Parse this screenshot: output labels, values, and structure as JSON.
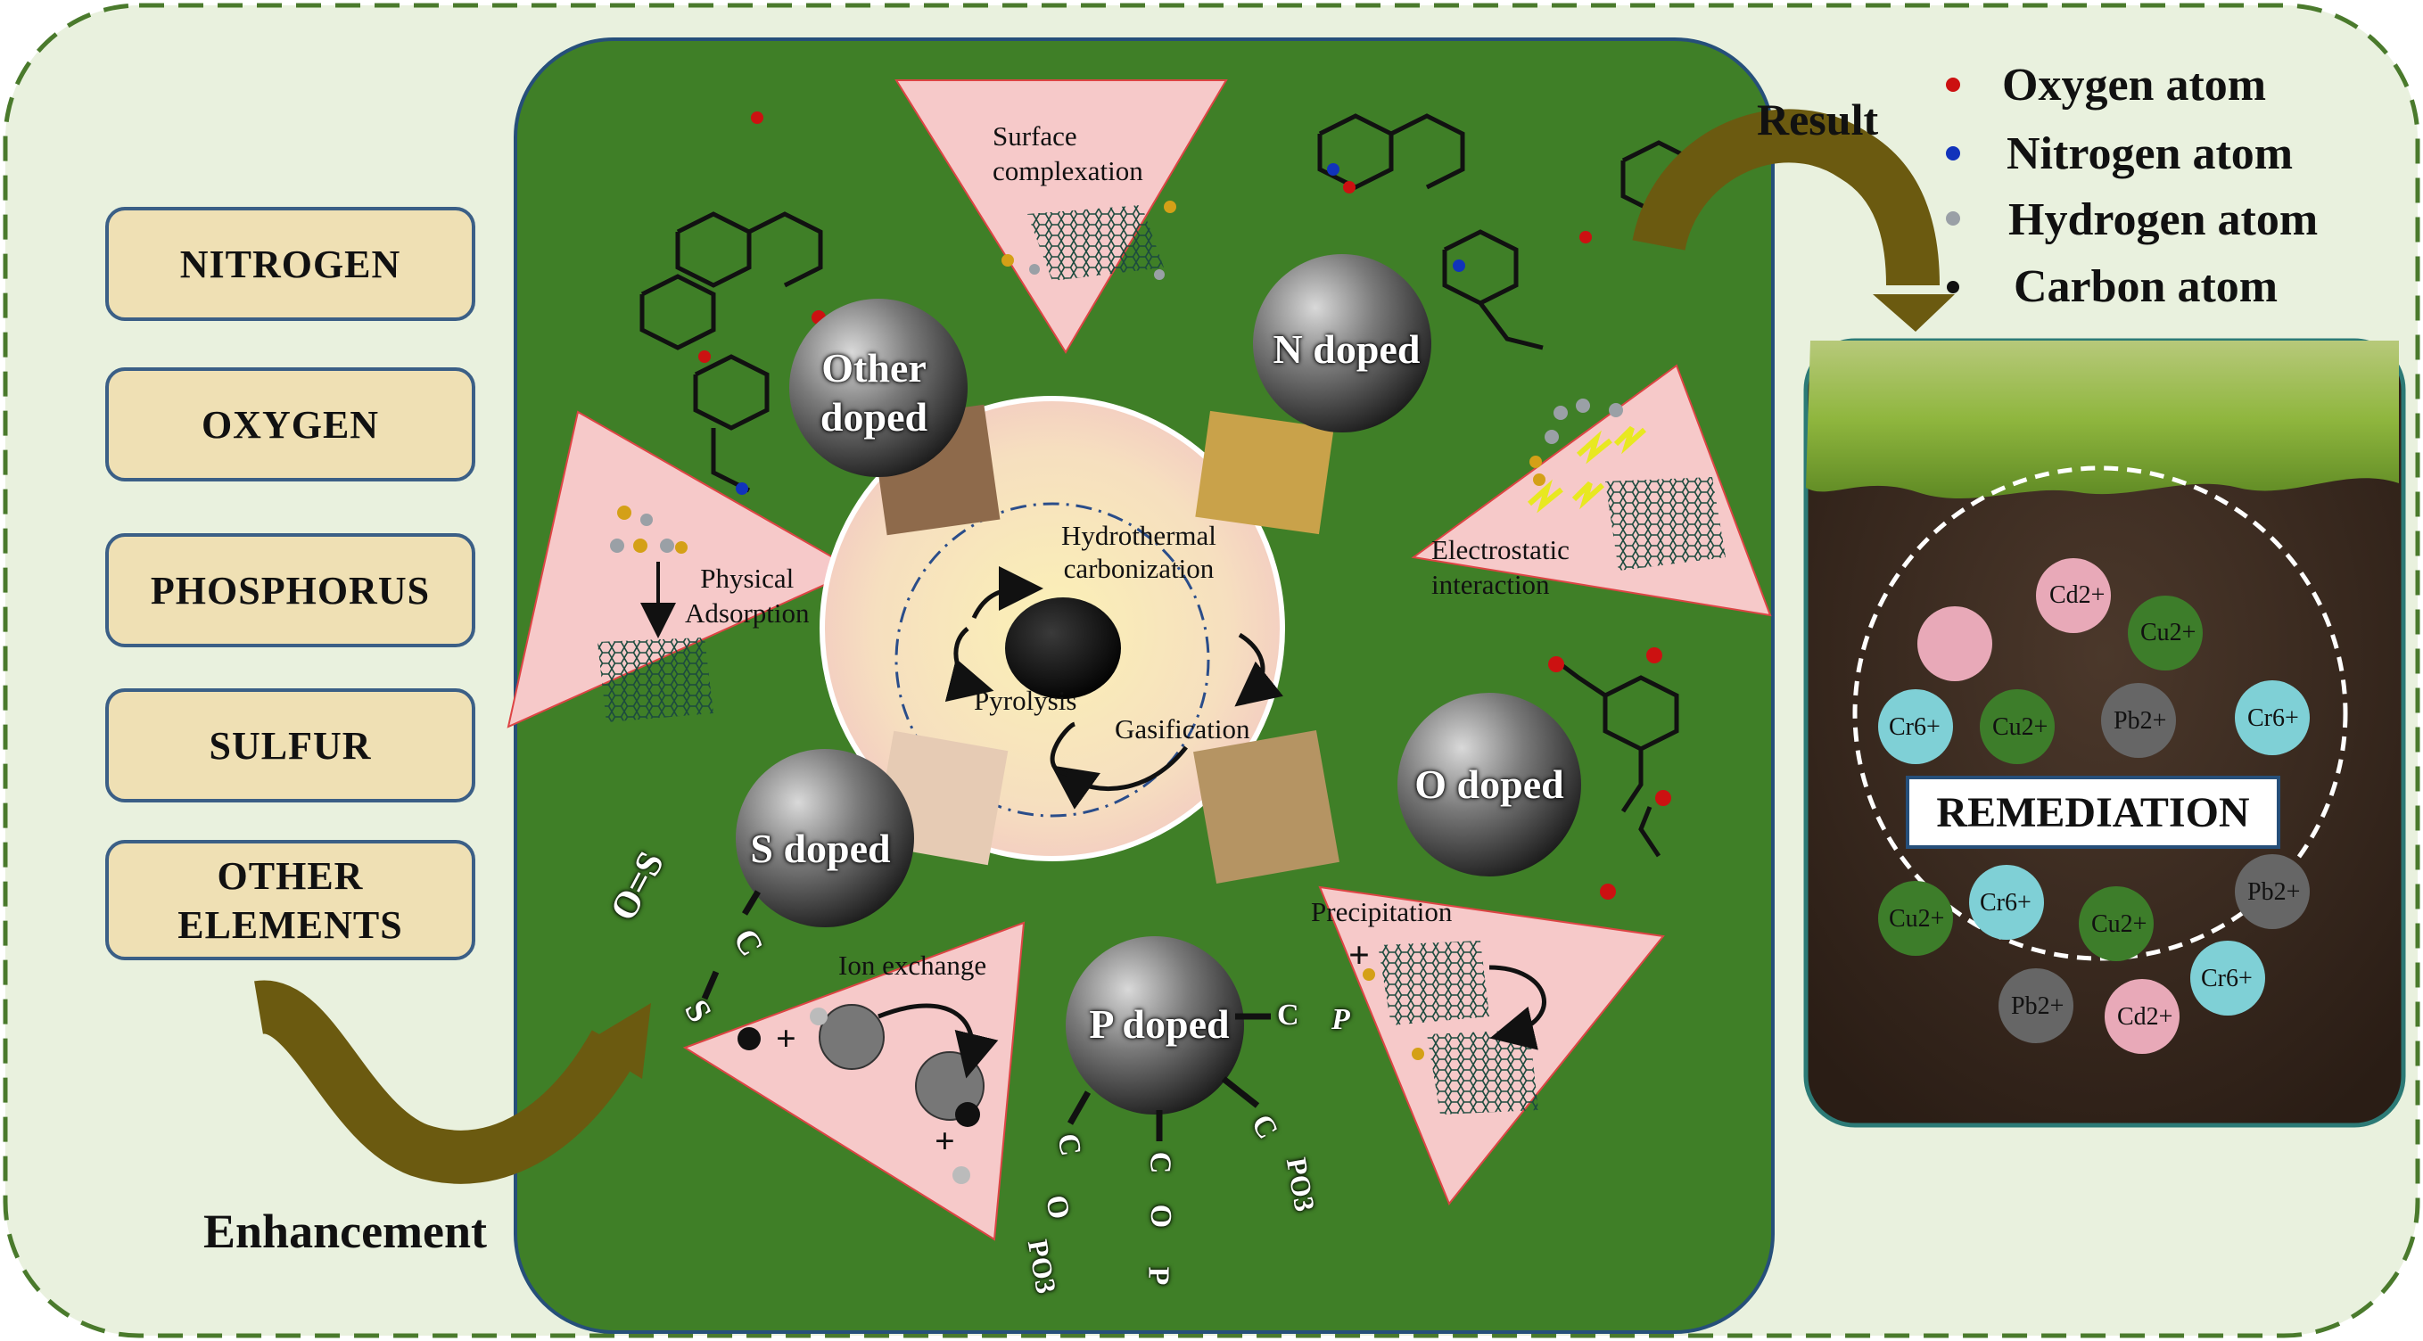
{
  "elements": {
    "items": [
      "NITROGEN",
      "OXYGEN",
      "PHOSPHORUS",
      "SULFUR",
      "OTHER\nELEMENTS"
    ]
  },
  "labels": {
    "enhancement": "Enhancement",
    "result": "Result",
    "remediation": "REMEDIATION"
  },
  "legend": [
    {
      "label": "Oxygen atom",
      "color": "#cc1111"
    },
    {
      "label": "Nitrogen atom",
      "color": "#1133bb"
    },
    {
      "label": "Hydrogen atom",
      "color": "#9aa0a6"
    },
    {
      "label": "Carbon atom",
      "color": "#111111"
    }
  ],
  "doped": {
    "other": "Other\ndoped",
    "n": "N doped",
    "o": "O doped",
    "p": "P doped",
    "s": "S doped"
  },
  "mechanisms": {
    "surface": "Surface\ncomplexation",
    "electrostatic": "Electrostatic\ninteraction",
    "physical": "Physical\nAdsorption",
    "ion_exchange": "Ion exchange",
    "precipitation": "Precipitation"
  },
  "processes": {
    "htc": "Hydrothermal\ncarbonization",
    "pyrolysis": "Pyrolysis",
    "gasification": "Gasification"
  },
  "groups": {
    "s_oxide": "O=S",
    "s_c": "C",
    "s_s": "S",
    "p_c1": "C",
    "p_p1": "P",
    "p_c2": "C",
    "p_po3_2": "PO3",
    "p_c3": "C",
    "p_o3": "O",
    "p_p3": "P",
    "p_c4": "C",
    "p_o4": "O",
    "p_po3_4": "PO3"
  },
  "ions": [
    {
      "label": "Cd2+",
      "color": "#e8a9b8"
    },
    {
      "label": "Cu2+",
      "color": "#3d7d2a"
    },
    {
      "label": "Cr6+",
      "color": "#7fd0d6"
    },
    {
      "label": "Cu2+",
      "color": "#3d7d2a"
    },
    {
      "label": "Pb2+",
      "color": "#666666"
    },
    {
      "label": "Cr6+",
      "color": "#7fd0d6"
    },
    {
      "label": "Cu2+",
      "color": "#3d7d2a"
    },
    {
      "label": "Cr6+",
      "color": "#7fd0d6"
    },
    {
      "label": "Cu2+",
      "color": "#3d7d2a"
    },
    {
      "label": "Pb2+",
      "color": "#666666"
    },
    {
      "label": "Cr6+",
      "color": "#7fd0d6"
    },
    {
      "label": "Pb2+",
      "color": "#666666"
    },
    {
      "label": "Cd2+",
      "color": "#e8a9b8"
    }
  ],
  "colors": {
    "outer_bg": "#e9f1de",
    "outer_border": "#4a7a2c",
    "panel_green": "#3f7f27",
    "panel_border": "#264f7a",
    "triangle": "#f6c9c9",
    "arrow": "#6b5a10",
    "soil": "#3a2a20"
  }
}
